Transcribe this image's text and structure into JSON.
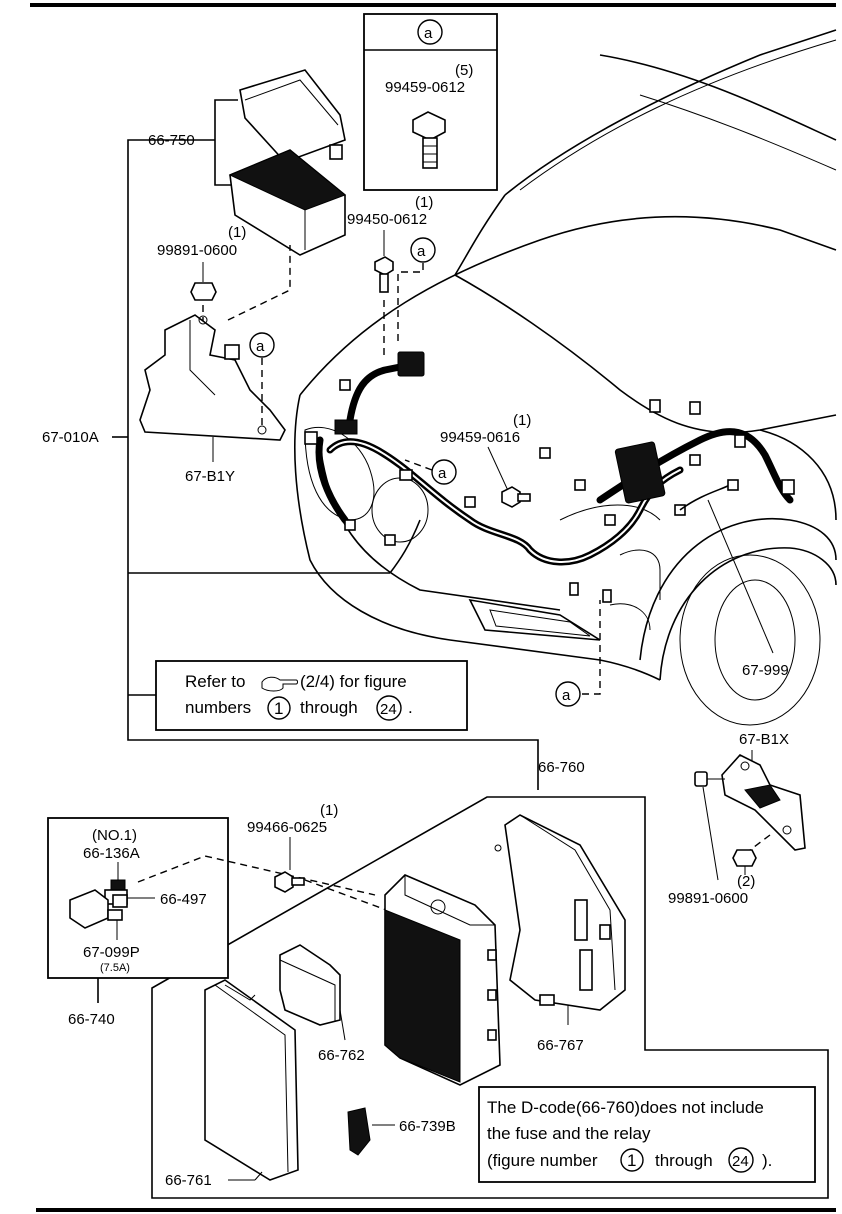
{
  "labels": {
    "p66750": "66-750",
    "p67010A": "67-010A",
    "p67B1Y": "67-B1Y",
    "p67999": "67-999",
    "p67B1X": "67-B1X",
    "p66760": "66-760",
    "p66740": "66-740",
    "p66762": "66-762",
    "p66767": "66-767",
    "p66761": "66-761",
    "p66739B": "66-739B",
    "p66497": "66-497",
    "p66136A": "66-136A",
    "p66136A_qty": "(NO.1)",
    "p67099P": "67-099P",
    "p67099P_rating": "(7.5A)"
  },
  "bolts": {
    "b99459_0612": {
      "code": "99459-0612",
      "qty": "(5)"
    },
    "b99450_0612": {
      "code": "99450-0612",
      "qty": "(1)"
    },
    "b99891_0600_top": {
      "code": "99891-0600",
      "qty": "(1)"
    },
    "b99459_0616": {
      "code": "99459-0616",
      "qty": "(1)"
    },
    "b99466_0625": {
      "code": "99466-0625",
      "qty": "(1)"
    },
    "b99891_0600_right": {
      "code": "99891-0600",
      "qty": "(2)"
    }
  },
  "callout": {
    "letter": "a"
  },
  "refer_note": {
    "line1_prefix": "Refer to",
    "line1_suffix": "(2/4) for figure",
    "line2_prefix": "numbers",
    "num_start": "1",
    "through": "through",
    "num_end": "24",
    "end": "."
  },
  "dcode_note": {
    "line1": "The D-code(66-760)does not include",
    "line2": "the fuse and the relay",
    "line3_prefix": "(figure number",
    "num_start": "1",
    "through": "through",
    "num_end": "24",
    "end": ")."
  }
}
